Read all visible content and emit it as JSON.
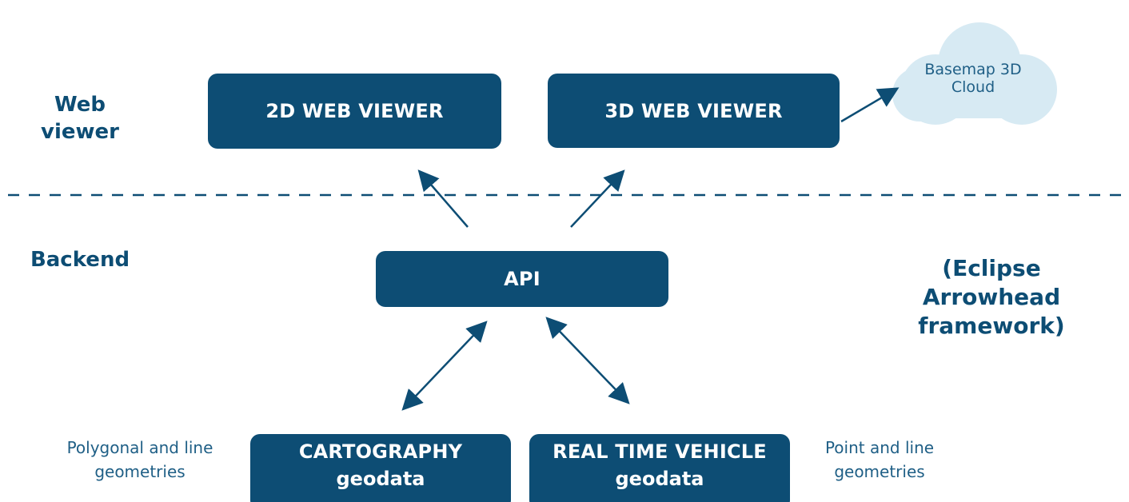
{
  "labels": {
    "web_viewer": "Web\nviewer",
    "backend": "Backend",
    "framework": "(Eclipse Arrowhead\nframework)"
  },
  "nodes": {
    "viewer_2d": "2D WEB VIEWER",
    "viewer_3d": "3D WEB VIEWER",
    "api": "API",
    "cartography_title": "CARTOGRAPHY",
    "cartography_sub": "geodata",
    "vehicle_title": "REAL TIME VEHICLE",
    "vehicle_sub": "geodata",
    "cloud": "Basemap 3D\nCloud"
  },
  "notes": {
    "polygonal": "Polygonal and line\ngeometries",
    "point": "Point and line\ngeometries"
  },
  "colors": {
    "box": "#0d4d74",
    "cloud": "#d7eaf3",
    "text_dark": "#0d4d74"
  }
}
